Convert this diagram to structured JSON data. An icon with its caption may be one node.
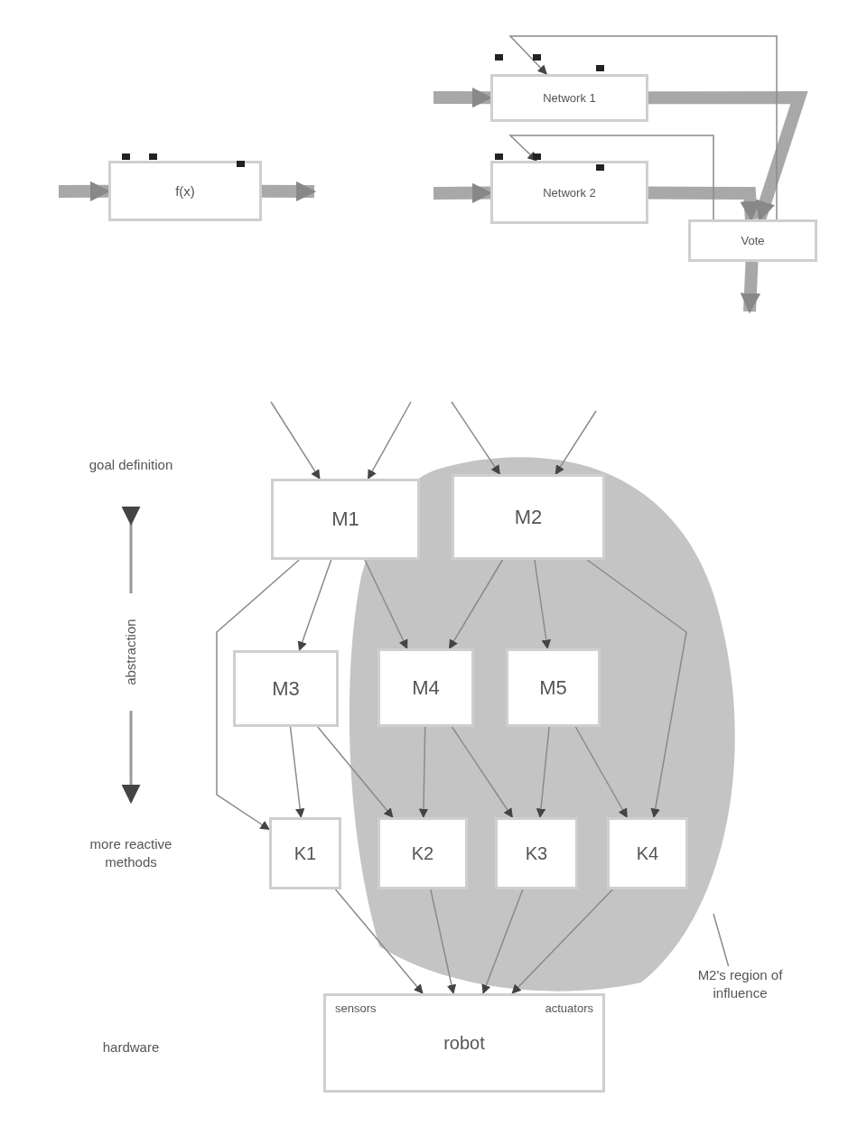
{
  "diagram": {
    "nodes": [
      {
        "text": [
          "f(x)"
        ]
      },
      {
        "text": [
          "Network 1"
        ]
      },
      {
        "text": [
          "Network 2"
        ]
      },
      {
        "text": [
          "Vote"
        ]
      },
      {
        "text": [],
        "shape": "blob"
      },
      {
        "text": [
          "M1"
        ]
      },
      {
        "text": [
          "M2"
        ],
        "in": 4
      },
      {
        "text": [
          "M3"
        ]
      },
      {
        "text": [
          "M4"
        ],
        "in": 4
      },
      {
        "text": [
          "M5"
        ],
        "in": 4
      },
      {
        "text": [
          "K1"
        ]
      },
      {
        "text": [
          "K2"
        ],
        "in": 4
      },
      {
        "text": [
          "K3"
        ],
        "in": 4
      },
      {
        "text": [
          "K4"
        ],
        "in": 4
      },
      {
        "text": [
          "sensors",
          "actuators",
          "robot"
        ]
      },
      {
        "text": [
          "M2's region of influence"
        ]
      }
    ],
    "edges": [
      {
        "from": null,
        "to": 0,
        "arrow": "to",
        "style": "thick"
      },
      {
        "from": 0,
        "to": null,
        "arrow": "to",
        "style": "thick"
      },
      {
        "from": null,
        "to": 1,
        "arrow": "to",
        "style": "thick"
      },
      {
        "from": null,
        "to": 2,
        "arrow": "to",
        "style": "thick"
      },
      {
        "from": 1,
        "to": 3,
        "arrow": "to",
        "style": "thick"
      },
      {
        "from": 2,
        "to": 3,
        "arrow": "to",
        "style": "thick"
      },
      {
        "from": 3,
        "to": 1,
        "arrow": "to"
      },
      {
        "from": 3,
        "to": 2,
        "arrow": "to"
      },
      {
        "from": 3,
        "to": null,
        "arrow": "to",
        "style": "thick"
      },
      {
        "from": null,
        "to": 5,
        "arrow": "to"
      },
      {
        "from": null,
        "to": 5,
        "arrow": "to"
      },
      {
        "from": null,
        "to": 6,
        "arrow": "to"
      },
      {
        "from": null,
        "to": 6,
        "arrow": "to"
      },
      {
        "from": 5,
        "to": 7,
        "arrow": "to"
      },
      {
        "from": 5,
        "to": 8,
        "arrow": "to"
      },
      {
        "from": 5,
        "to": 10,
        "arrow": "to"
      },
      {
        "from": 6,
        "to": 8,
        "arrow": "to"
      },
      {
        "from": 6,
        "to": 9,
        "arrow": "to"
      },
      {
        "from": 6,
        "to": 13,
        "arrow": "to"
      },
      {
        "from": 7,
        "to": 10,
        "arrow": "to"
      },
      {
        "from": 7,
        "to": 11,
        "arrow": "to"
      },
      {
        "from": 8,
        "to": 11,
        "arrow": "to"
      },
      {
        "from": 8,
        "to": 12,
        "arrow": "to"
      },
      {
        "from": 9,
        "to": 12,
        "arrow": "to"
      },
      {
        "from": 9,
        "to": 13,
        "arrow": "to"
      },
      {
        "from": 10,
        "to": 14,
        "arrow": "to"
      },
      {
        "from": 11,
        "to": 14,
        "arrow": "to"
      },
      {
        "from": 12,
        "to": 14,
        "arrow": "to"
      },
      {
        "from": 13,
        "to": 14,
        "arrow": "to"
      },
      {
        "from": 15,
        "to": 4,
        "arrow": "none"
      }
    ],
    "labels": [
      "goal definition",
      "abstraction",
      "more reactive methods",
      "hardware"
    ]
  }
}
